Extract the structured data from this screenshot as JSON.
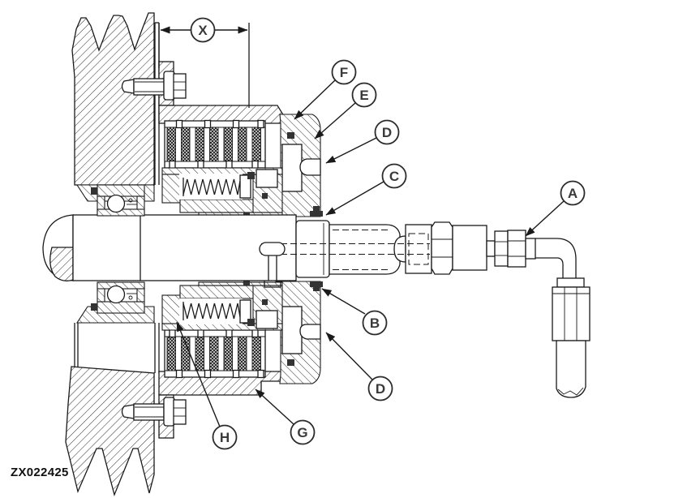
{
  "figure": {
    "id": "ZX022425"
  },
  "dimension": {
    "label": "X"
  },
  "callouts": [
    {
      "letter": "F"
    },
    {
      "letter": "E"
    },
    {
      "letter": "D"
    },
    {
      "letter": "C"
    },
    {
      "letter": "A"
    },
    {
      "letter": "B"
    },
    {
      "letter": "D"
    },
    {
      "letter": "G"
    },
    {
      "letter": "H"
    }
  ]
}
